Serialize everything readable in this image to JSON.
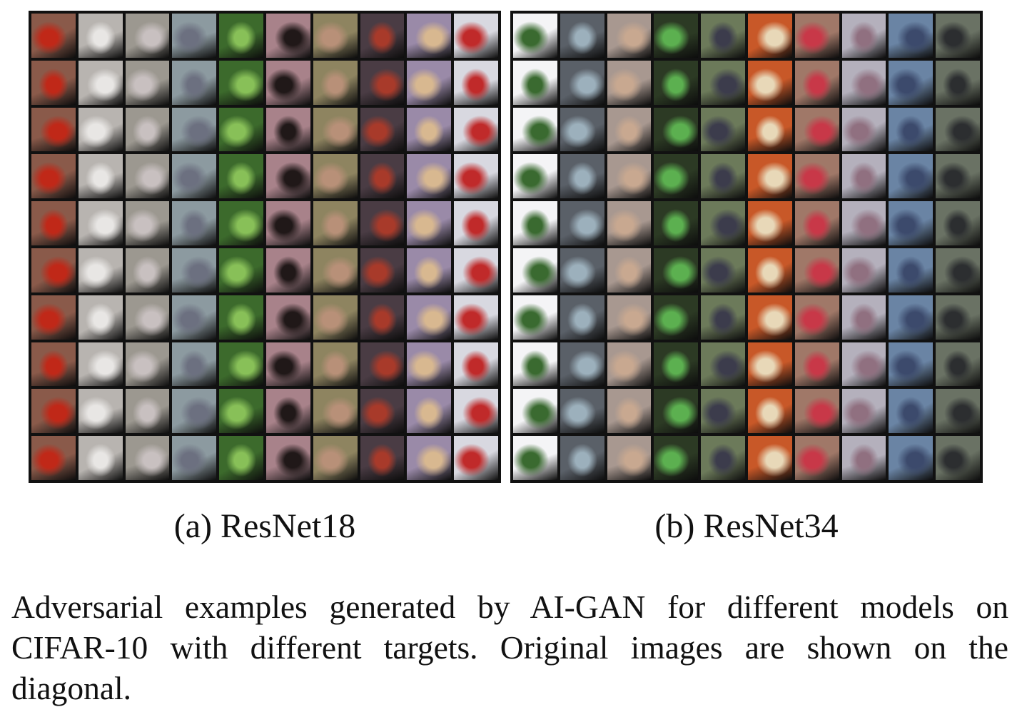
{
  "figure": {
    "panel_a": {
      "label": "(a) ResNet18",
      "rows": 10,
      "cols": 10,
      "column_colors": [
        "#8a5a4a",
        "#b8b4b0",
        "#9c9890",
        "#8c9aa0",
        "#3c6a2c",
        "#a8828a",
        "#8e8460",
        "#4a3c44",
        "#9a8aa8",
        "#d8d8e0"
      ],
      "column_accents": [
        "#c02818",
        "#e8e6e4",
        "#c8c0c0",
        "#6c7080",
        "#88c058",
        "#201818",
        "#b89078",
        "#a83a2a",
        "#d8b890",
        "#c02a2a"
      ]
    },
    "panel_b": {
      "label": "(b) ResNet34",
      "rows": 10,
      "cols": 10,
      "column_colors": [
        "#f4f4f6",
        "#5a6068",
        "#a89890",
        "#2c3a24",
        "#6c7a5a",
        "#c85828",
        "#a07868",
        "#b4b0bc",
        "#6a84a4",
        "#6a7264"
      ],
      "column_accents": [
        "#3a6a30",
        "#9cb0bc",
        "#c8a890",
        "#5cb050",
        "#3c3c4c",
        "#e8d8b8",
        "#c83848",
        "#907080",
        "#3c4a6c",
        "#2c2e30"
      ]
    },
    "caption": "Adversarial examples generated by AI-GAN for different models on CIFAR-10 with different targets. Original images are shown on the diagonal."
  }
}
